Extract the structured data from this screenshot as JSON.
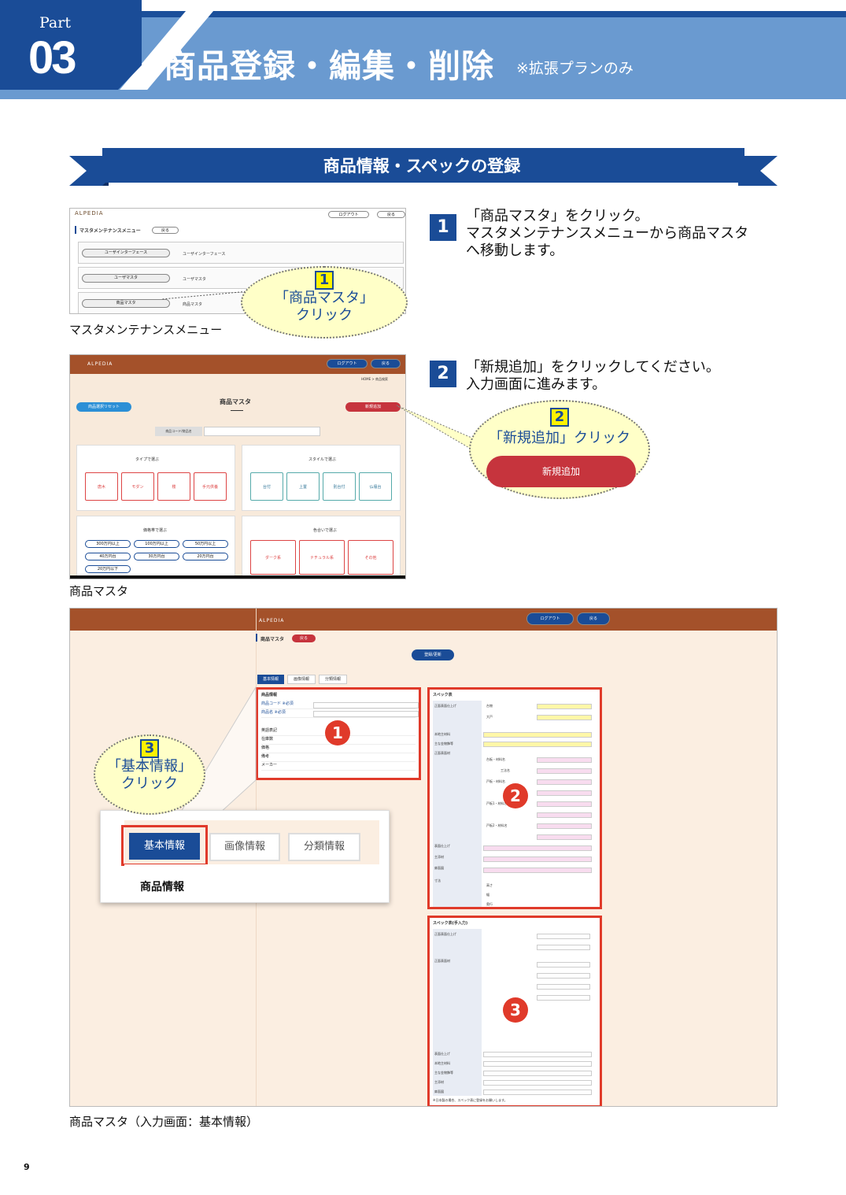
{
  "header": {
    "part_label": "Part",
    "part_number": "03",
    "title": "商品登録・編集・削除",
    "title_note": "※拡張プランのみ"
  },
  "section_title": "商品情報・スペックの登録",
  "steps": [
    {
      "num": "1",
      "lines": [
        "「商品マスタ」をクリック。",
        "マスタメンテナンスメニューから商品マスタ",
        "へ移動します。"
      ]
    },
    {
      "num": "2",
      "lines": [
        "「新規追加」をクリックしてください。",
        "入力画面に進みます。"
      ]
    }
  ],
  "callouts": {
    "c1": {
      "num": "1",
      "line1": "「商品マスタ」",
      "line2": "クリック"
    },
    "c2": {
      "num": "2",
      "line1": "「新規追加」クリック",
      "button": "新規追加"
    },
    "c3": {
      "num": "3",
      "line1": "「基本情報」",
      "line2": "クリック"
    }
  },
  "shot1": {
    "logo": "ALPEDIA",
    "logout": "ログアウト",
    "back": "戻る",
    "heading": "マスタメンテナンスメニュー",
    "heading_btn": "戻る",
    "rows": [
      {
        "button": "ユーザインターフェース",
        "desc": "ユーザインターフェース"
      },
      {
        "button": "ユーザマスタ",
        "desc": "ユーザマスタ"
      },
      {
        "button": "商品マスタ",
        "desc": "商品マスタ"
      }
    ]
  },
  "shot2": {
    "logo": "ALPEDIA",
    "logout": "ログアウト",
    "back": "戻る",
    "breadcrumb": "HOME > 商品検索",
    "heading": "商品マスタ",
    "reset_btn": "商品選択リセット",
    "new_btn": "新規追加",
    "search_label": "商品コード/商品名",
    "panels": [
      {
        "title": "タイプで選ぶ",
        "items": [
          "唐木",
          "モダン",
          "楼",
          "手元供養"
        ]
      },
      {
        "title": "スタイルで選ぶ",
        "items": [
          "台付",
          "上置",
          "別台付",
          "仏壇台"
        ]
      },
      {
        "title": "価格帯で選ぶ",
        "items": [
          "300万円以上",
          "100万円以上",
          "50万円以上",
          "40万円台",
          "30万円台",
          "20万円台",
          "20万円以下"
        ]
      },
      {
        "title": "色合いで選ぶ",
        "items": [
          "ダーク系",
          "ナチュラル系",
          "その他"
        ]
      }
    ]
  },
  "shot3": {
    "logo": "ALPEDIA",
    "logout": "ログアウト",
    "back": "戻る",
    "heading": "商品マスタ",
    "heading_btn": "戻る",
    "register_btn": "登録/更新",
    "tabs": [
      "基本情報",
      "画像情報",
      "分類情報"
    ],
    "product_section": "商品情報",
    "product_fields": [
      "商品コード ※必須",
      "商品名 ※必須",
      "英語表記",
      "在庫数",
      "価格",
      "備考",
      "メーカー"
    ],
    "spec_title": "スペック表",
    "spec_manual_title": "スペック表(手入力)",
    "spec_rows": [
      "正面表面仕上げ",
      "本地主材料",
      "主な金物飾等",
      "正面表面材",
      "表面仕上げ",
      "主添材",
      "扉面図",
      "寸法"
    ],
    "spec_sub": [
      "台物",
      "大戸",
      "台板・材料名",
      "工法名",
      "戸板・材料名",
      "戸板1・材料名",
      "戸板2・材料名",
      "高さ",
      "幅",
      "奥行"
    ],
    "footnote": "※日本製の場合、スペック表に登録をお願いします。",
    "zoom_tabs": [
      "基本情報",
      "画像情報",
      "分類情報"
    ],
    "zoom_section": "商品情報",
    "badges": [
      "1",
      "2",
      "3"
    ]
  },
  "captions": {
    "shot1": "マスタメンテナンスメニュー",
    "shot2": "商品マスタ",
    "shot3": "商品マスタ（入力画面：基本情報）"
  },
  "page_number": "9"
}
